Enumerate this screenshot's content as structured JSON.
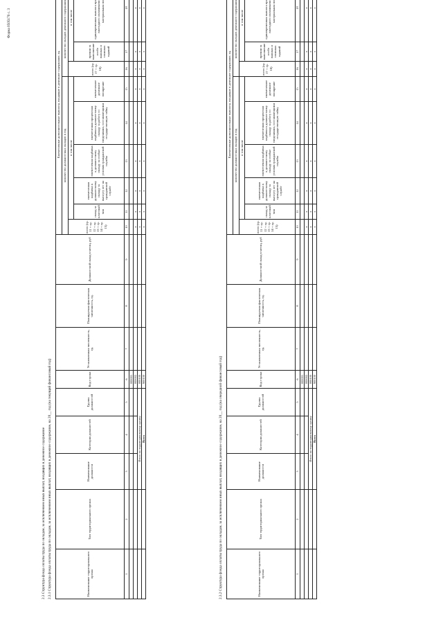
{
  "form_label": "Форма 0505176 с. 3",
  "section_title": "2.3 Структура фонда оплаты труда по окладам, за исключением иных выплат, входящих в денежное содержание",
  "tables": [
    {
      "title": "2.3.1 Структура фонда оплаты труда по окладам, за исключением иных выплат, входящих в денежное содержание, на 20__ год (на текущий финансовый год)",
      "unit_caption": "Ежемесячные дополнительные выплаты, входящие в денежное содержание, ед.",
      "rows": [
        {
          "code": "000001",
          "x": false
        },
        {
          "code": "000002",
          "x": true
        },
        {
          "code": "000100",
          "x": true,
          "label": "Итого по территориальному органу"
        },
        {
          "code": "900100",
          "x": true,
          "label": "Всего"
        }
      ]
    },
    {
      "title": "2.3.2 Структура фонда оплаты труда по окладам, за исключением иных выплат, входящих в денежное содержание, на 20__ год (на очередной финансовый год)",
      "unit_caption": "Ежемесячные дополнительные выплаты, входящие в денежное содержание, ед.",
      "rows": [
        {
          "code": "000001",
          "x": false
        },
        {
          "code": "000002",
          "x": true
        },
        {
          "code": "000100",
          "x": true,
          "label": "Итого по территориальному органу"
        },
        {
          "code": "900100",
          "x": true,
          "label": "Всего"
        }
      ]
    }
  ],
  "headers": {
    "c1": "Наименование территориального органа",
    "c2": "Тип территориального органа",
    "c3": "Наименование должности",
    "c4": "Категория должностей",
    "c5": "Группа должностей",
    "c6": "Код строки",
    "c7": "Установленная численность, ед.",
    "c8": "Планируемая фактическая численность, ед.",
    "c9": "Должностной оклад в месяц, руб",
    "count_group": "количество должностных окладов в год",
    "in_total": "в том числе",
    "c10": "всего (гр. 11 + гр. 12 + гр. 13 + гр. 14 + гр. 15)",
    "c11": "оклад за классный чин",
    "c12": "ежемесячная надбавка к должностному окладу за выслугу лет на гражданской службе",
    "c13": "ежемесячная надбавка к должностному окладу за особые условия гражданской службы",
    "c14": "ежемесячная процентная надбавка к должностному окладу за работу со сведениями, составляющими государственную тайну",
    "c15": "ежемесячное денежное поощрение",
    "sub_group": "количество окладов денежного содержания в год",
    "c16": "всего (гр. 17 + гр. 18)",
    "c17": "премии за выполнение особо важных и сложных заданий",
    "c18": "единовременная выплата при предоставлении ежегодного оплачиваемого отпуска и материальная помощь"
  },
  "col_numbers": [
    "1",
    "2",
    "3",
    "4",
    "5",
    "6",
    "7",
    "8",
    "9",
    "10",
    "11",
    "12",
    "13",
    "14",
    "15",
    "16",
    "17",
    "18"
  ],
  "x_mark": "x"
}
